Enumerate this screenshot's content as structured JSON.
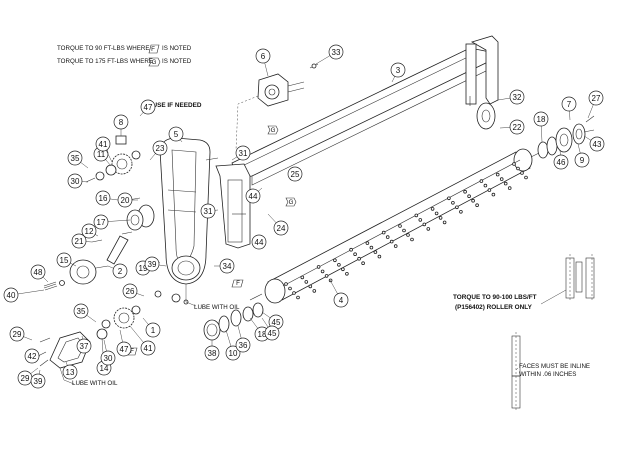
{
  "notes": {
    "torque_90": "TORQUE TO 90 FT-LBS WHERE",
    "torque_90_sym": "F",
    "torque_90_tail": "IS NOTED",
    "torque_175": "TORQUE TO 175 FT-LBS WHERE",
    "torque_175_sym": "G",
    "torque_175_tail": "IS NOTED",
    "use_if_needed": "*USE IF NEEDED",
    "lube_upper": "LUBE WITH OIL",
    "lube_lower": "LUBE WITH OIL",
    "torque_roller_1": "TORQUE TO 90-100 LBS/FT",
    "torque_roller_2": "(P156402) ROLLER ONLY",
    "faces_1": "FACES MUST BE INLINE",
    "faces_2": "WITHIN .06 INCHES"
  },
  "callouts": {
    "c1": "1",
    "c2": "2",
    "c3": "3",
    "c4": "4",
    "c5": "5",
    "c6": "6",
    "c7": "7",
    "c8": "8",
    "c9": "9",
    "c10": "10",
    "c11": "11",
    "c12": "12",
    "c13": "13",
    "c14": "14",
    "c15": "15",
    "c16": "16",
    "c17": "17",
    "c18a": "18",
    "c18b": "18",
    "c19": "19",
    "c20": "20",
    "c21": "21",
    "c22": "22",
    "c23": "23",
    "c24": "24",
    "c25": "25",
    "c26": "26",
    "c27": "27",
    "c29a": "29",
    "c29b": "29",
    "c30a": "30",
    "c30b": "30",
    "c31a": "31",
    "c31b": "31",
    "c32": "32",
    "c33": "33",
    "c34": "34",
    "c35a": "35",
    "c35b": "35",
    "c36": "36",
    "c37": "37",
    "c38": "38",
    "c39a": "39",
    "c39b": "39",
    "c40": "40",
    "c41a": "41",
    "c41b": "41",
    "c42": "42",
    "c43": "43",
    "c44a": "44",
    "c44b": "44",
    "c45a": "45",
    "c45b": "45",
    "c46": "46",
    "c47a": "47",
    "c47b": "47",
    "c48": "48"
  },
  "torque_symbols": {
    "g1": "G",
    "g2": "G",
    "f1": "F",
    "f2": "F"
  }
}
